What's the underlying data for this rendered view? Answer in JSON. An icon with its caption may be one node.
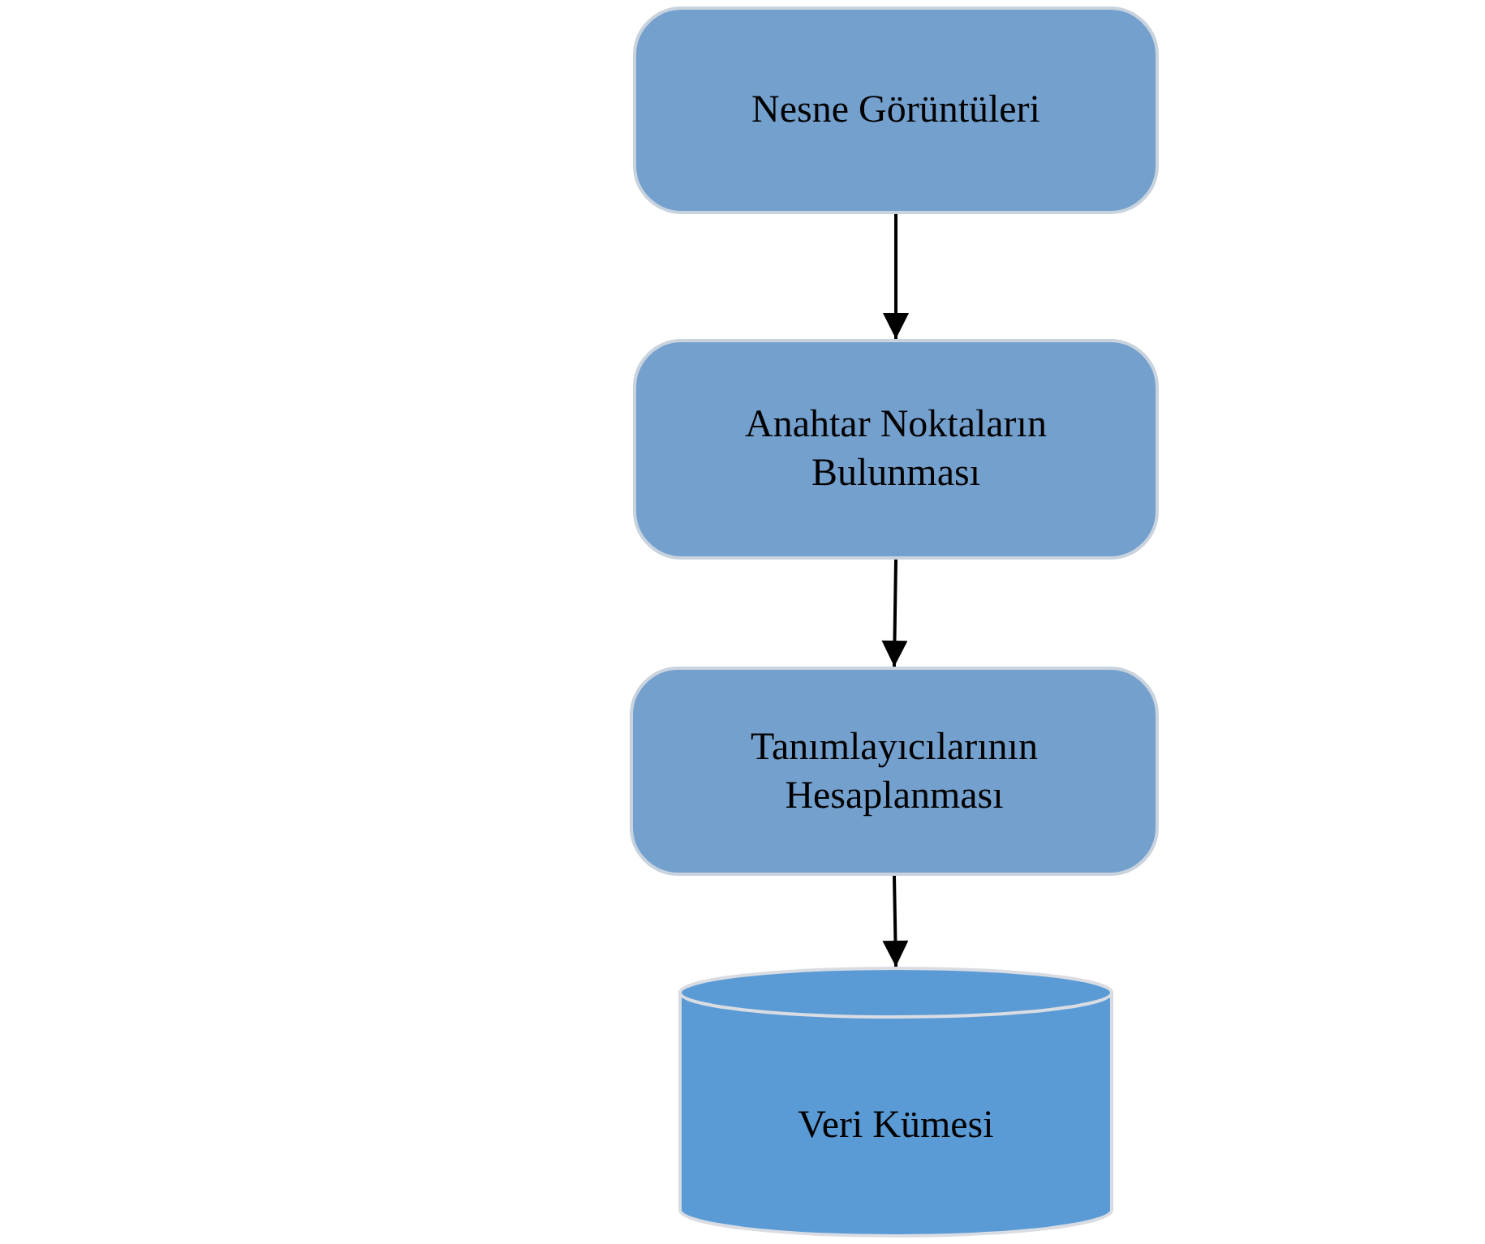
{
  "diagram": {
    "nodes": [
      {
        "text": [
          "Nesne Görüntüleri"
        ]
      },
      {
        "text": [
          "Anahtar Noktaların Bulunması"
        ]
      },
      {
        "text": [
          "Tanımlayıcılarının Hesaplanması"
        ]
      },
      {
        "text": [
          "Veri Kümesi"
        ]
      }
    ],
    "edges": [
      {
        "from": 0,
        "to": 1,
        "arrow": "to"
      },
      {
        "from": 1,
        "to": 2,
        "arrow": "to"
      },
      {
        "from": 2,
        "to": 3,
        "arrow": "to"
      }
    ]
  }
}
